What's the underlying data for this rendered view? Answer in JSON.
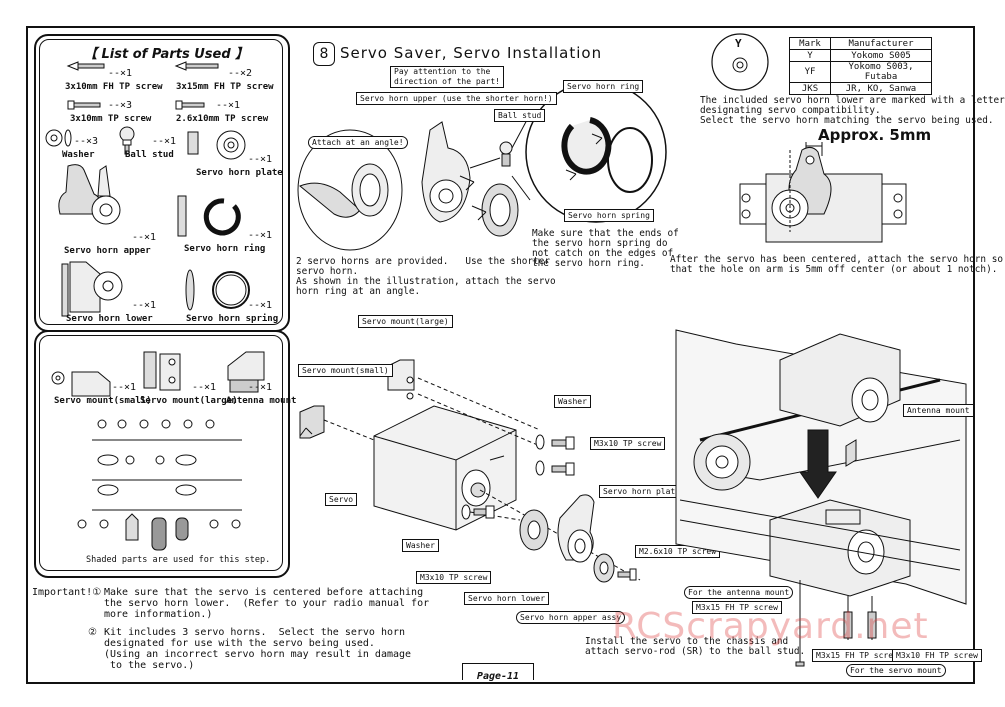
{
  "parts_list": {
    "title": "【 List of Parts Used 】",
    "items": [
      {
        "name": "3x10mm FH TP screw",
        "qty": "--×1"
      },
      {
        "name": "3x15mm FH TP screw",
        "qty": "--×2"
      },
      {
        "name": "3x10mm TP screw",
        "qty": "--×3"
      },
      {
        "name": "2.6x10mm TP screw",
        "qty": "--×1"
      },
      {
        "name": "Washer",
        "qty": "--×3"
      },
      {
        "name": "Ball stud",
        "qty": "--×1"
      },
      {
        "name": "Servo horn plate",
        "qty": "--×1"
      },
      {
        "name": "Servo horn apper",
        "qty": "--×1"
      },
      {
        "name": "Servo horn ring",
        "qty": "--×1"
      },
      {
        "name": "Servo horn lower",
        "qty": "--×1"
      },
      {
        "name": "Servo horn spring",
        "qty": "--×1"
      }
    ]
  },
  "mounts_panel": {
    "items": [
      {
        "name": "Servo mount(small)",
        "qty": "--×1"
      },
      {
        "name": "Servo mount(large)",
        "qty": "--×1"
      },
      {
        "name": "Antenna mount",
        "qty": "--×1"
      }
    ],
    "note": "Shaded parts are used for this step."
  },
  "step": {
    "number": "8",
    "title": "Servo Saver, Servo Installation"
  },
  "callouts": {
    "attention": "Pay attention to the\ndirection of the part!",
    "horn_upper": "Servo horn upper (use the shorter horn!)",
    "ball_stud": "Ball stud",
    "attach_angle": "Attach at an angle!",
    "horn_ring": "Servo horn ring",
    "horn_spring": "Servo horn spring",
    "spring_note": "Make sure that the ends of\nthe servo horn spring do\nnot catch on the edges of\nthe servo horn ring.",
    "two_horns": "2 servo horns are provided.   Use the shorter\nservo horn.\nAs shown in the illustration, attach the servo\nhorn ring at an angle."
  },
  "servo_table": {
    "icon_letter": "Y",
    "headers": [
      "Mark",
      "Manufacturer"
    ],
    "rows": [
      [
        "Y",
        "Yokomo S005"
      ],
      [
        "YF",
        "Yokomo S003, Futaba"
      ],
      [
        "JKS",
        "JR, KO, Sanwa"
      ]
    ],
    "note": "The included servo horn lower are marked with a letter\ndesignating servo compatibility.\nSelect the servo horn matching the servo being used.",
    "approx": "Approx. 5mm",
    "centered_note": "After the servo has been centered, attach the servo horn so\nthat the hole on arm is 5mm off center (or about 1 notch)."
  },
  "assembly_labels": {
    "servo_mount_large": "Servo mount(large)",
    "servo_mount_small": "Servo mount(small)",
    "washer_top": "Washer",
    "m3x10_top": "M3x10 TP screw",
    "servo": "Servo",
    "servo_horn_plate": "Servo horn plate",
    "washer_bottom": "Washer",
    "m26x10": "M2.6x10 TP screw",
    "m3x10_bottom": "M3x10 TP screw",
    "servo_horn_lower": "Servo horn lower",
    "servo_horn_apper_assy": "Servo horn apper assy",
    "antenna_mount": "Antenna mount",
    "for_antenna_mount": "For the antenna mount",
    "m3x15": "M3x15 FH TP screw",
    "m3x15_b": "M3x15 FH TP screw",
    "m3x10_fh": "M3x10 FH TP screw",
    "for_servo_mount": "For the servo mount",
    "install_note": "Install the servo to the chassis and\nattach servo-rod (SR) to the ball stud."
  },
  "important": {
    "heading": "Important!①",
    "note1": "Make sure that the servo is centered before attaching\nthe servo horn lower.  (Refer to your radio manual for\nmore information.)",
    "num2": "②",
    "note2": "Kit includes 3 servo horns.  Select the servo horn\ndesignated for use with the servo being used.\n(Using an incorrect servo horn may result in damage\n to the servo.)"
  },
  "page": "Page-11",
  "watermark": "RCScrapyard.net"
}
